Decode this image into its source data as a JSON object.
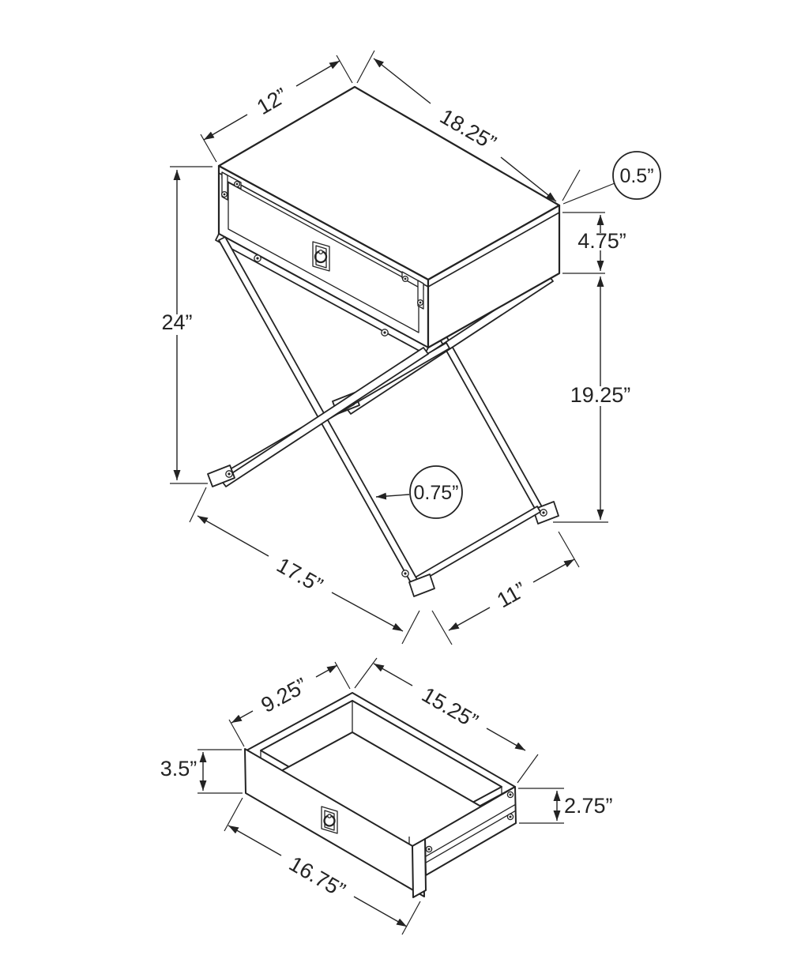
{
  "document": {
    "type": "furniture dimension diagram",
    "background_color": "#ffffff",
    "line_color": "#232323",
    "views": [
      "assembled side table with X-frame legs",
      "drawer detail"
    ]
  },
  "table_view": {
    "name": "side-table-assembled-view",
    "dims": {
      "top_depth": "12”",
      "top_width": "18.25”",
      "top_thickness": "0.5”",
      "drawer_box_height": "4.75”",
      "overall_height": "24”",
      "leg_section_height": "19.25”",
      "leg_thickness": "0.75”",
      "foot_spread_width": "17.5”",
      "foot_spread_depth": "11”"
    }
  },
  "drawer_view": {
    "name": "drawer-detail-view",
    "dims": {
      "inner_depth": "9.25”",
      "inner_width": "15.25”",
      "side_height": "3.5”",
      "front_edge_height": "2.75”",
      "front_width": "16.75”"
    }
  }
}
